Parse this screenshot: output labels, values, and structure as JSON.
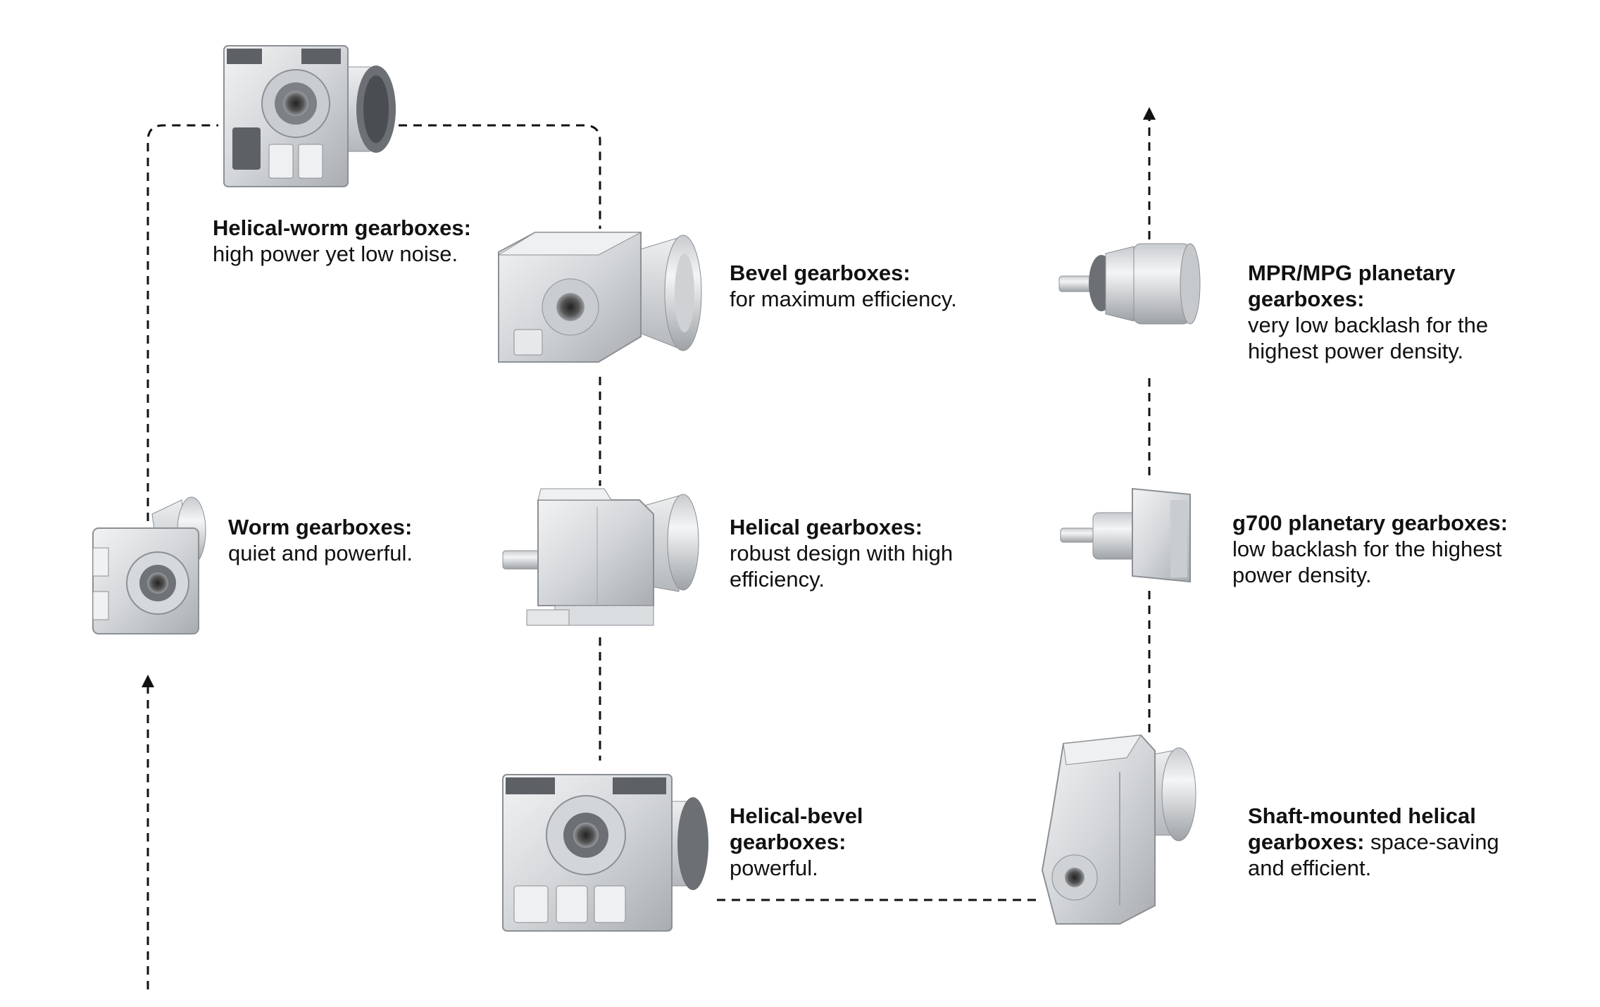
{
  "products": [
    {
      "id": "helical-worm",
      "title": "Helical-worm gearboxes:",
      "desc": "high power yet low noise."
    },
    {
      "id": "bevel",
      "title": "Bevel gearboxes:",
      "desc": "for maximum efficiency."
    },
    {
      "id": "worm",
      "title": "Worm gearboxes:",
      "desc": "quiet and powerful."
    },
    {
      "id": "helical",
      "title": "Helical gearboxes:",
      "desc": "robust design with high efficiency."
    },
    {
      "id": "helical-bevel",
      "title": "Helical-bevel gearboxes:",
      "desc": "powerful."
    },
    {
      "id": "mpr-mpg",
      "title": "MPR/MPG planetary gearboxes:",
      "desc": "very low backlash for the highest power density."
    },
    {
      "id": "g700",
      "title": "g700 planetary gearboxes:",
      "desc": "low backlash for the highest power density."
    },
    {
      "id": "shaft-mounted",
      "title": "Shaft-mounted helical gearboxes:",
      "desc": "space-saving and efficient."
    }
  ],
  "colors": {
    "metal_light": "#e4e6e8",
    "metal_mid": "#b9bdc1",
    "metal_dark": "#55595d",
    "line": "#111111"
  }
}
